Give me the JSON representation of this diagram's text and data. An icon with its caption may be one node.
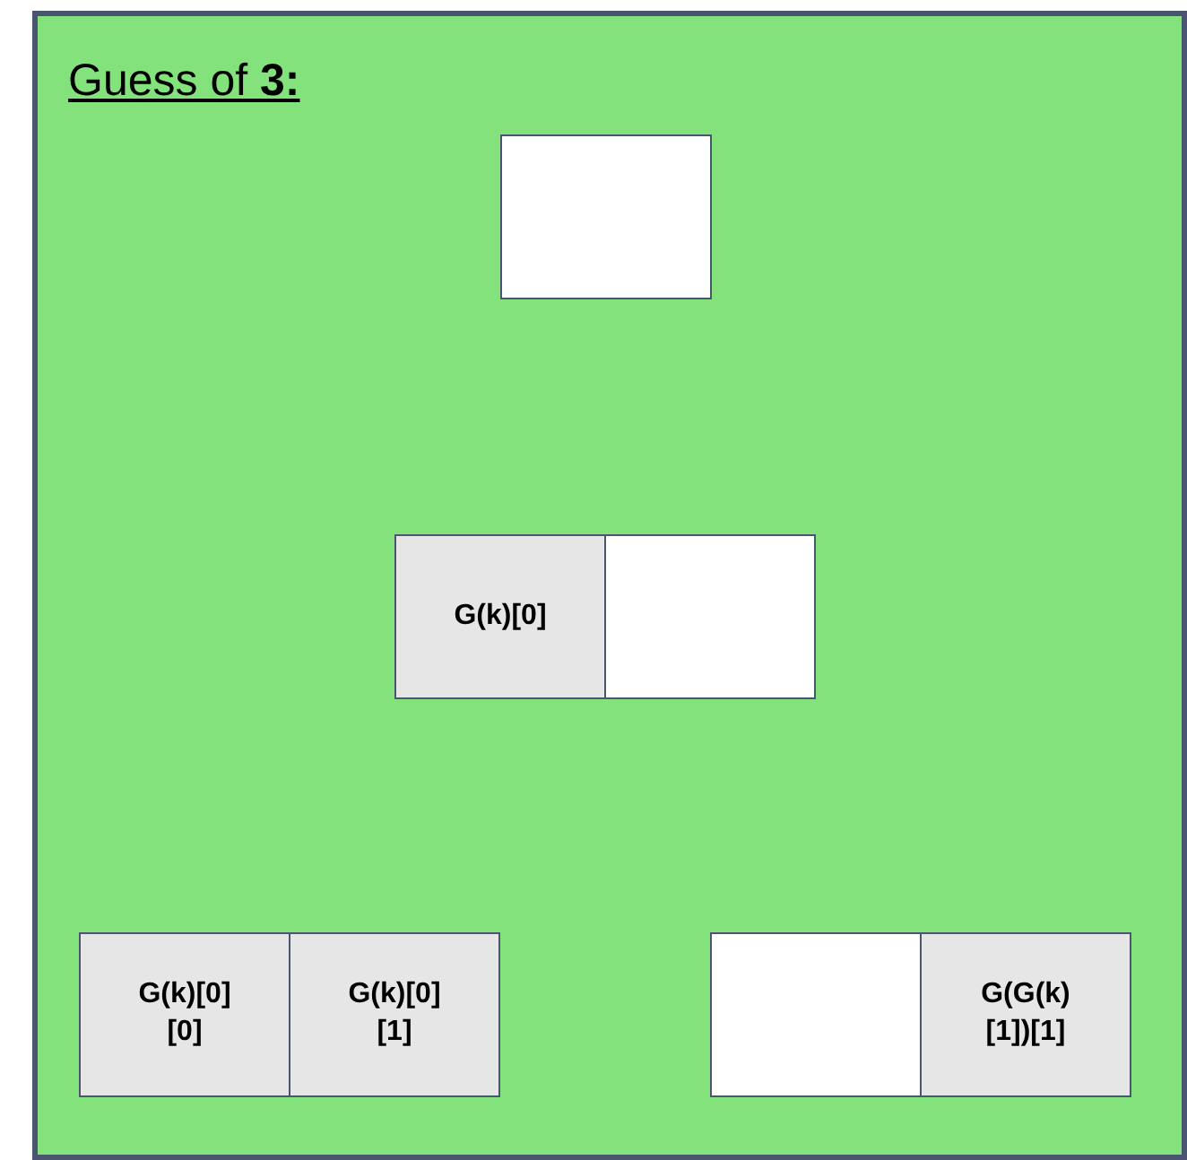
{
  "diagram": {
    "nodes": [
      {
        "text": [
          "Guess of **3:**"
        ]
      },
      {
        "text": [],
        "shape": "box",
        "in": 0
      },
      {
        "text": [
          "G(k)[0]"
        ],
        "in": 0
      },
      {
        "text": [],
        "shape": "box",
        "in": 0
      },
      {
        "text": [
          "G(k)[0] [0]"
        ],
        "in": 0
      },
      {
        "text": [
          "G(k)[0] [1]"
        ],
        "in": 0
      },
      {
        "text": [],
        "shape": "box",
        "in": 0
      },
      {
        "text": [
          "G(G(k) [1])[1]"
        ],
        "in": 0
      }
    ],
    "edges": []
  }
}
